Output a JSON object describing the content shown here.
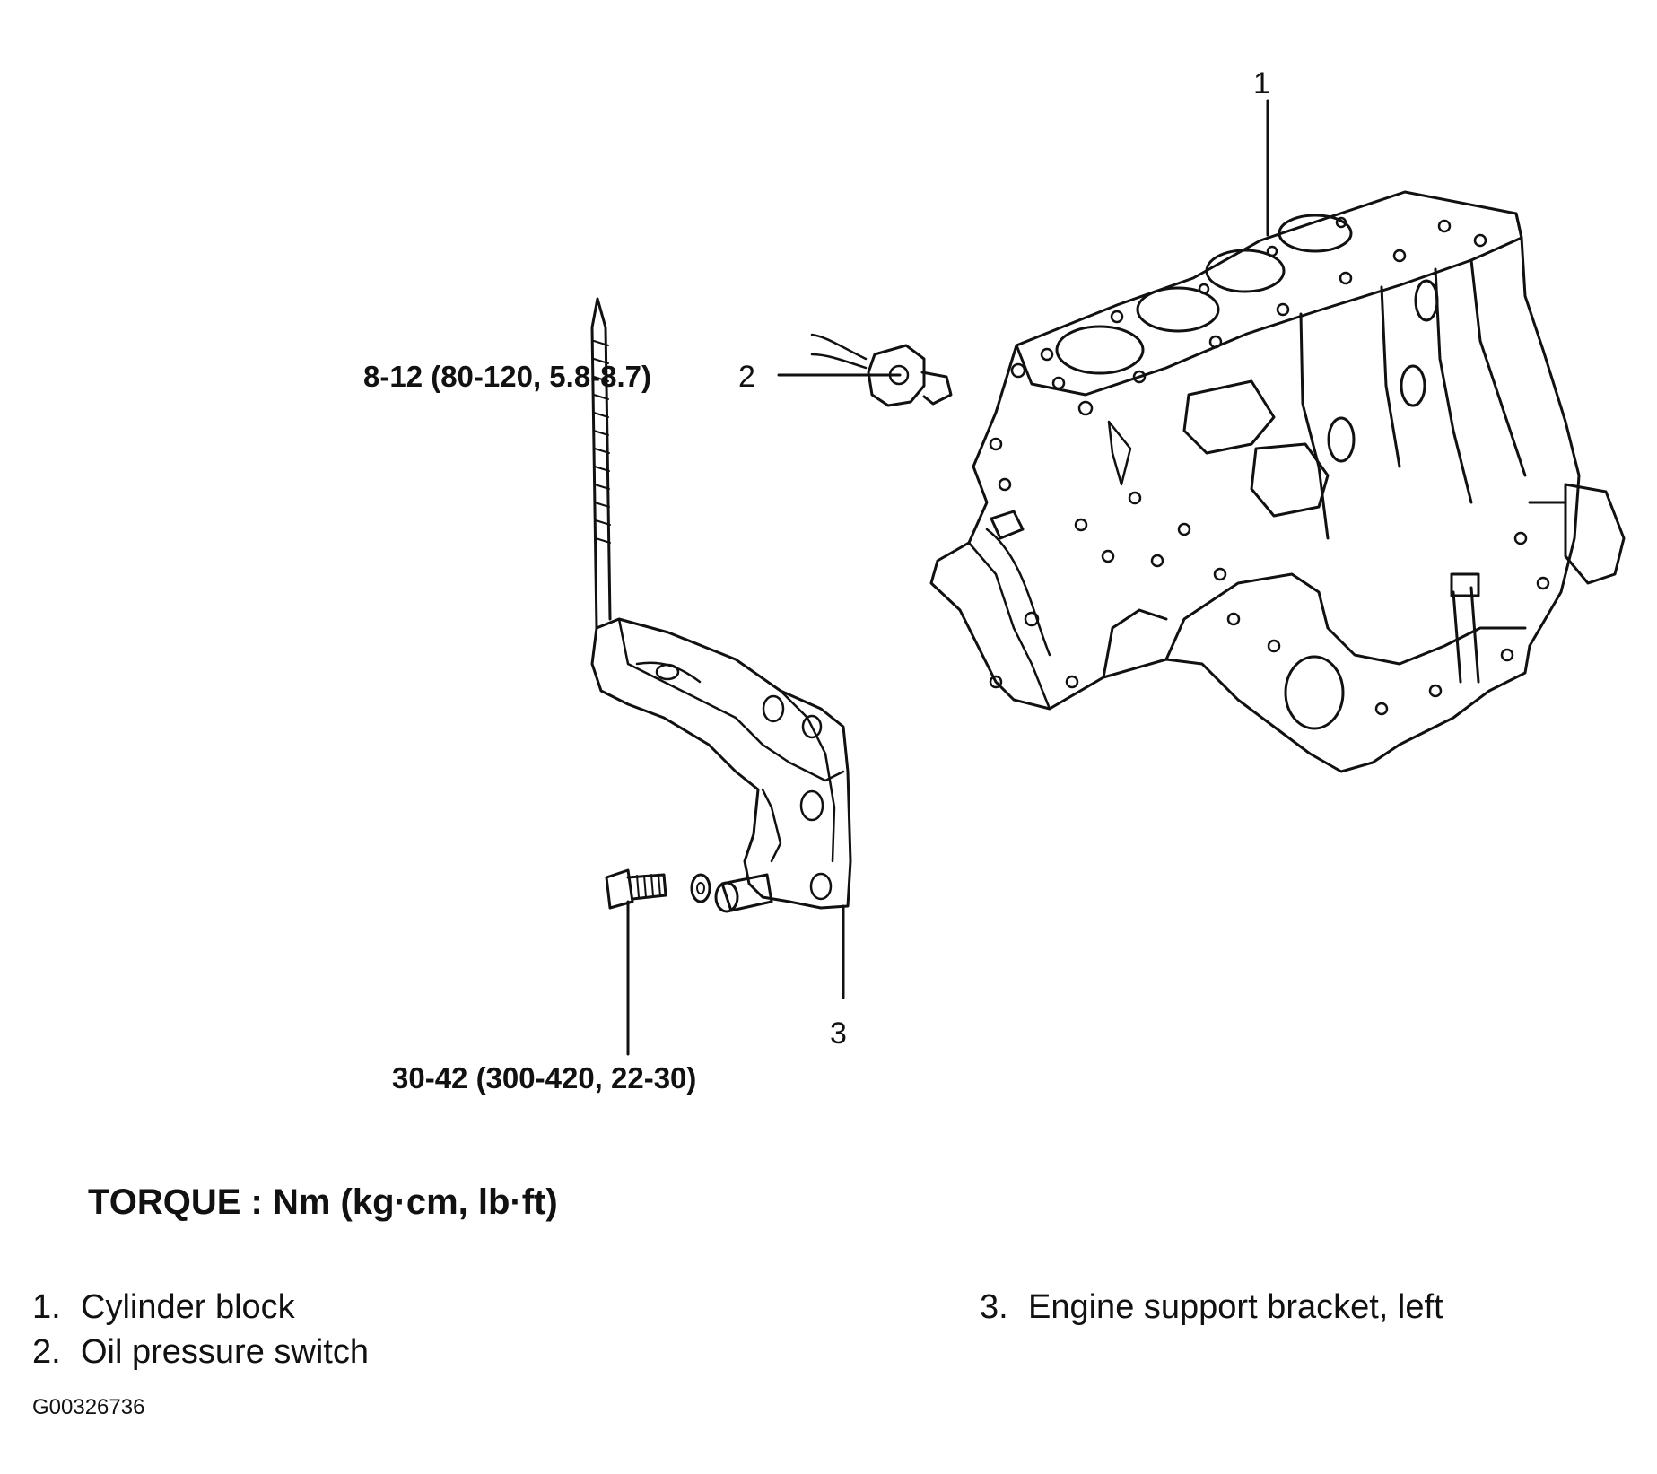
{
  "callouts": [
    {
      "number": "1"
    },
    {
      "number": "2"
    },
    {
      "number": "3"
    }
  ],
  "torque_specs": {
    "oil_pressure_switch": "8-12 (80-120, 5.8-8.7)",
    "bracket_bolt": "30-42 (300-420, 22-30)"
  },
  "torque_units_note": "TORQUE : Nm (kg·cm, lb·ft)",
  "legend": [
    {
      "number": "1.",
      "label": "Cylinder block"
    },
    {
      "number": "2.",
      "label": "Oil pressure switch"
    },
    {
      "number": "3.",
      "label": "Engine support bracket, left"
    }
  ],
  "figure_code": "G00326736"
}
